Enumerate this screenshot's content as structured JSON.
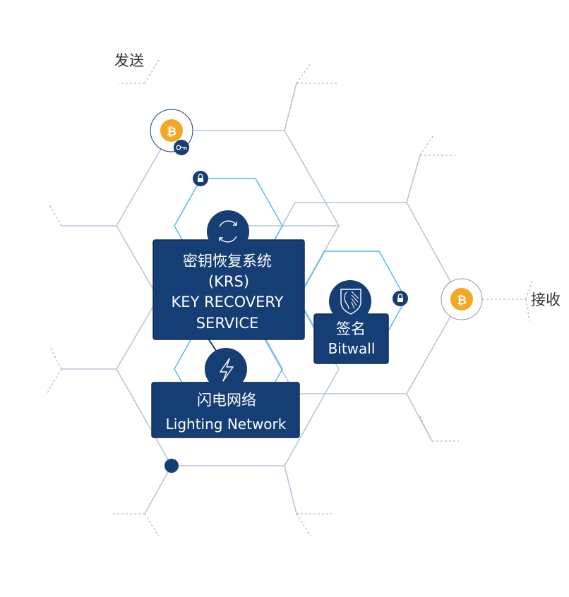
{
  "labels": {
    "send": "发送",
    "receive": "接收"
  },
  "krs": {
    "line1": "密钥恢复系统",
    "line2": "(KRS)",
    "line3": "KEY RECOVERY",
    "line4": "SERVICE"
  },
  "signing": {
    "line1": "签名",
    "line2": "Bitwall"
  },
  "lightning": {
    "line1": "闪电网络",
    "line2": "Lighting Network"
  },
  "coin_symbol": "₿",
  "colors": {
    "navy": "#153e75",
    "grid": "#b8c6d8",
    "accent_cyan": "#4cb8ea",
    "coin": "#f5a623",
    "dashed": "#999999"
  },
  "icons": [
    "bitcoin-icon",
    "key-icon",
    "lock-icon",
    "sync-icon",
    "lightning-icon",
    "bitwall-logo-icon"
  ]
}
